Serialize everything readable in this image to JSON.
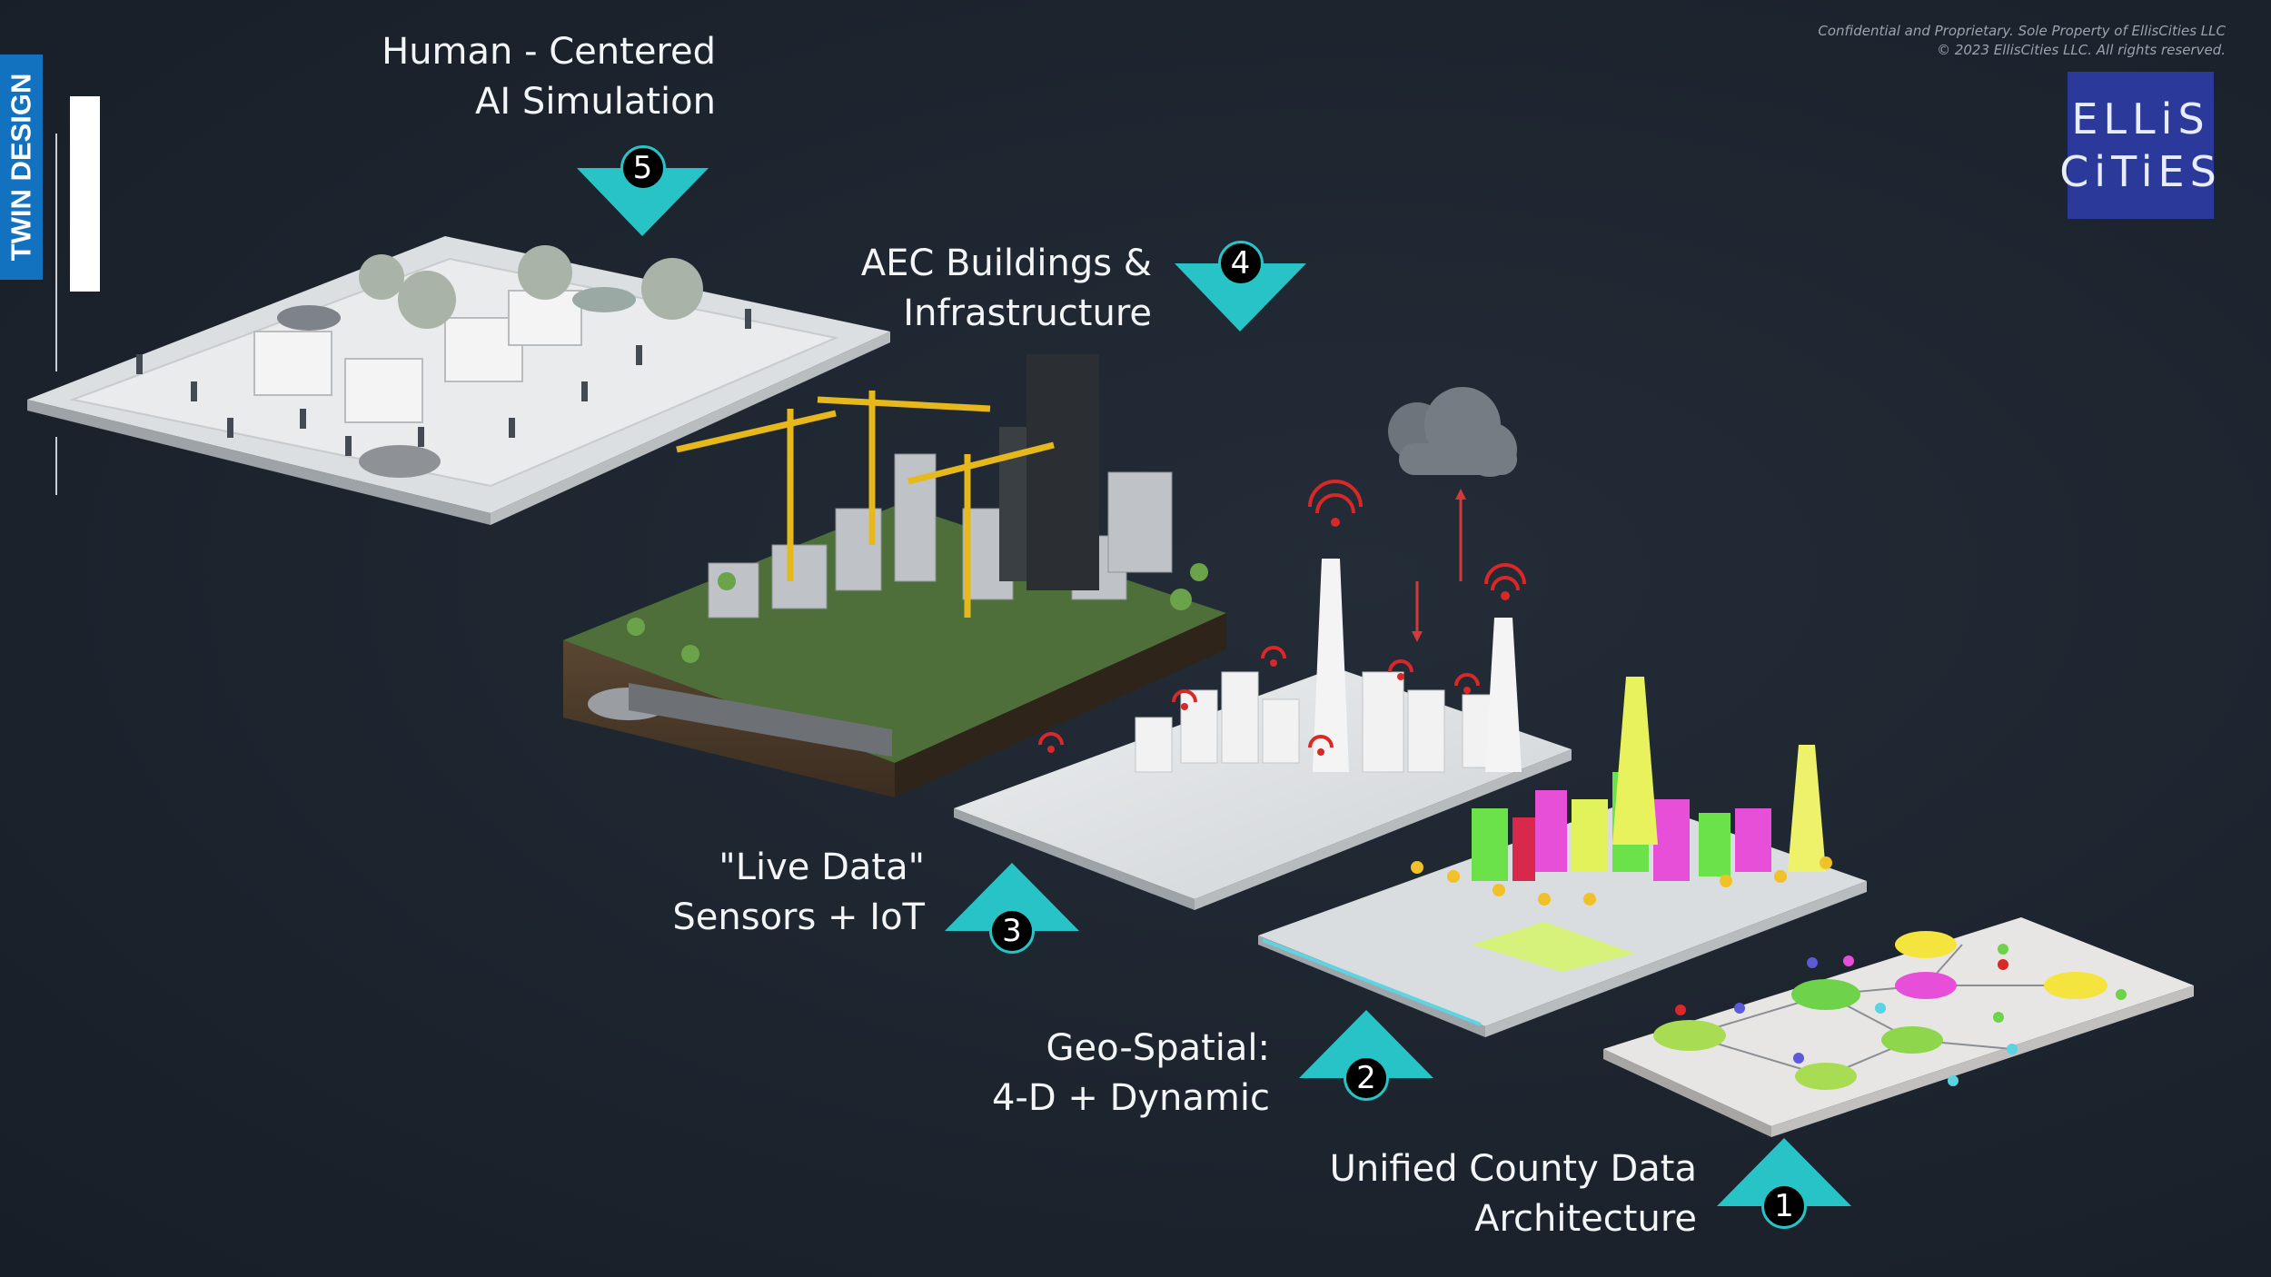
{
  "side_tab": {
    "label": "TWIN DESIGN"
  },
  "confidential": {
    "line1": "Confidential and Proprietary. Sole Property of EllisCities LLC",
    "line2": "© 2023 EllisCities LLC. All rights reserved."
  },
  "logo": {
    "line1": "ELLiS",
    "line2": "CiTiES"
  },
  "colors": {
    "background": "#1d2530",
    "accent_teal": "#28c3c6",
    "side_tab": "#1272c0",
    "logo_bg": "#2b3a9a"
  },
  "layers": [
    {
      "number": "1",
      "line1": "Unified County Data",
      "line2": "Architecture",
      "arrow": "up"
    },
    {
      "number": "2",
      "line1": "Geo-Spatial:",
      "line2": "4-D + Dynamic",
      "arrow": "up"
    },
    {
      "number": "3",
      "line1": "\"Live Data\"",
      "line2": "Sensors + IoT",
      "arrow": "up"
    },
    {
      "number": "4",
      "line1": "AEC Buildings &",
      "line2": "Infrastructure",
      "arrow": "down"
    },
    {
      "number": "5",
      "line1": "Human - Centered",
      "line2": "AI Simulation",
      "arrow": "down"
    }
  ]
}
